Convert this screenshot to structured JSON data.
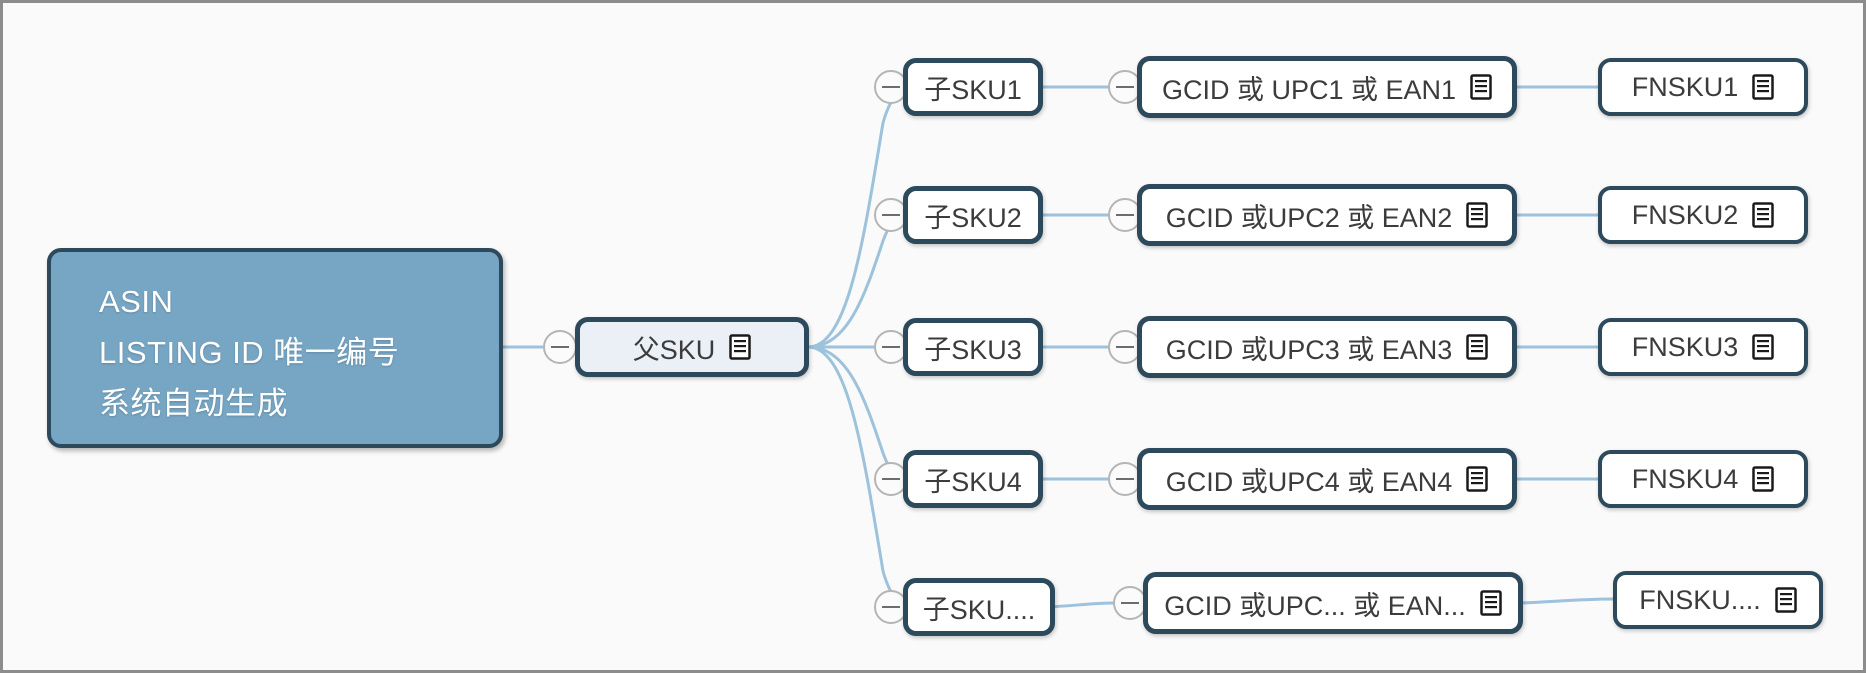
{
  "diagram": {
    "type": "mind-map",
    "title": "Amazon SKU hierarchy mind map",
    "colors": {
      "root_fill": "#77a6c4",
      "node_border": "#2c4a5c",
      "node_fill": "#ffffff",
      "parent_fill": "#eaf0f5",
      "link": "#9dc2dc",
      "canvas_bg": "#fafafa",
      "canvas_border": "#8c8c8c"
    },
    "root": {
      "lines": [
        "ASIN",
        "LISTING ID 唯一编号",
        "系统自动生成"
      ],
      "icon": "none"
    },
    "parent": {
      "label": "父SKU",
      "icon": "note-icon"
    },
    "rows": [
      {
        "child": {
          "label": "子SKU1",
          "icon": "none"
        },
        "code": {
          "label": "GCID 或 UPC1 或 EAN1",
          "icon": "note-icon"
        },
        "fnsku": {
          "label": "FNSKU1",
          "icon": "note-icon"
        }
      },
      {
        "child": {
          "label": "子SKU2",
          "icon": "none"
        },
        "code": {
          "label": "GCID 或UPC2 或 EAN2",
          "icon": "note-icon"
        },
        "fnsku": {
          "label": "FNSKU2",
          "icon": "note-icon"
        }
      },
      {
        "child": {
          "label": "子SKU3",
          "icon": "none"
        },
        "code": {
          "label": "GCID 或UPC3 或 EAN3",
          "icon": "note-icon"
        },
        "fnsku": {
          "label": "FNSKU3",
          "icon": "note-icon"
        }
      },
      {
        "child": {
          "label": "子SKU4",
          "icon": "none"
        },
        "code": {
          "label": "GCID 或UPC4 或 EAN4",
          "icon": "note-icon"
        },
        "fnsku": {
          "label": "FNSKU4",
          "icon": "note-icon"
        }
      },
      {
        "child": {
          "label": "子SKU....",
          "icon": "none"
        },
        "code": {
          "label": "GCID 或UPC... 或 EAN...",
          "icon": "note-icon"
        },
        "fnsku": {
          "label": "FNSKU....",
          "icon": "note-icon"
        }
      }
    ]
  }
}
